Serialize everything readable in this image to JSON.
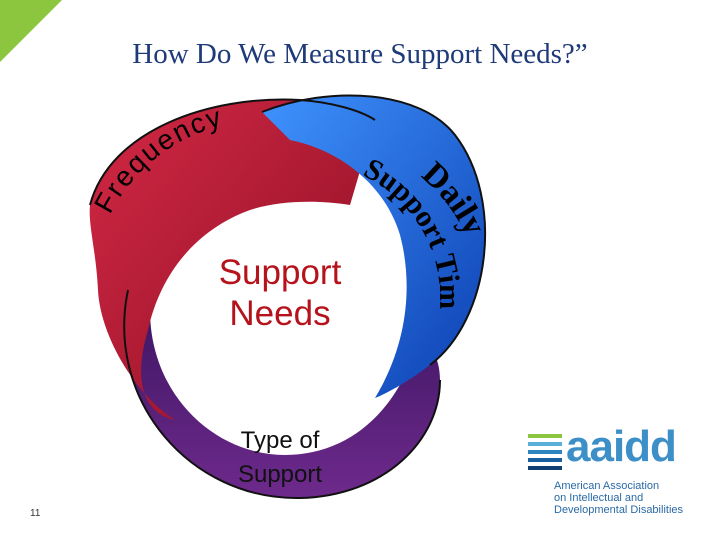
{
  "slide": {
    "title": "How Do We Measure Support Needs?”",
    "slide_number": "11"
  },
  "diagram": {
    "center_label_line1": "Support",
    "center_label_line2": "Needs",
    "frequency_label": "Frequency",
    "daily_time_line1": "Daily",
    "daily_time_line2": "Support Time",
    "type_line1": "Type of",
    "type_line2": "Support",
    "colors": {
      "frequency": "#b51830",
      "daily_support_time": "#1f6fe0",
      "type_of_support": "#5a1f78",
      "center_text": "#b5121b"
    }
  },
  "logo": {
    "wordmark": "aaidd",
    "subtitle_line1": "American Association",
    "subtitle_line2": "on Intellectual and",
    "subtitle_line3": "Developmental Disabilities"
  }
}
